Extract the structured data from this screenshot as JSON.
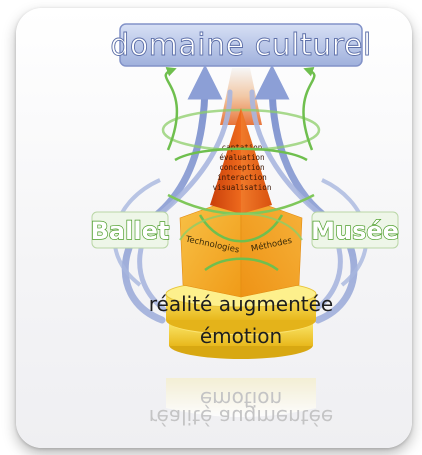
{
  "diagram": {
    "title": "domaine culturel",
    "left_label": "Ballet",
    "right_label": "Musée",
    "apex_terms": [
      "captation",
      "évaluation",
      "conception",
      "interaction",
      "visualisation"
    ],
    "left_face": "Technologies",
    "right_face": "Méthodes",
    "base_upper": "réalité augmentée",
    "base_lower": "émotion"
  },
  "reflection": {
    "upper": "émotion",
    "lower": "réalité augmentée"
  },
  "colors": {
    "title_box": "#a9b9e0",
    "title_text": "#ffffff",
    "side_labels": "#7bd24a",
    "apex": "#e05a14",
    "pyramid": "#f3a21c",
    "base_band": "#f4d23a",
    "arrows": "#9aa9d4",
    "loops": "#7fc75a"
  }
}
